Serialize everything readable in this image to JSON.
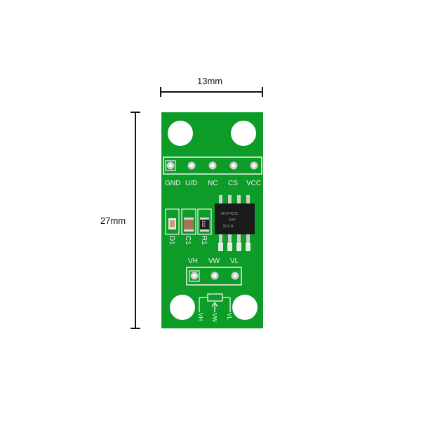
{
  "dimensions": {
    "width_label": "13mm",
    "height_label": "27mm"
  },
  "board": {
    "header_top_labels": [
      "GND",
      "U/D",
      "NC",
      "CS",
      "VCC"
    ],
    "component_labels": {
      "d1": "D1",
      "c1": "C1",
      "r1": "R1",
      "r1_value": "102"
    },
    "chip_markings": [
      "MCP4131",
      "E/P",
      "503-B"
    ],
    "header_bottom_labels": [
      "VH",
      "VW",
      "VL"
    ],
    "pot_symbol_labels": {
      "vh": "VH",
      "vw": "VW",
      "vl": "VL"
    }
  },
  "colors": {
    "pcb": "#0e9c28",
    "silkscreen": "#f2f2f2",
    "chip": "#1a1a1a",
    "pins": "#cfcfcf"
  }
}
